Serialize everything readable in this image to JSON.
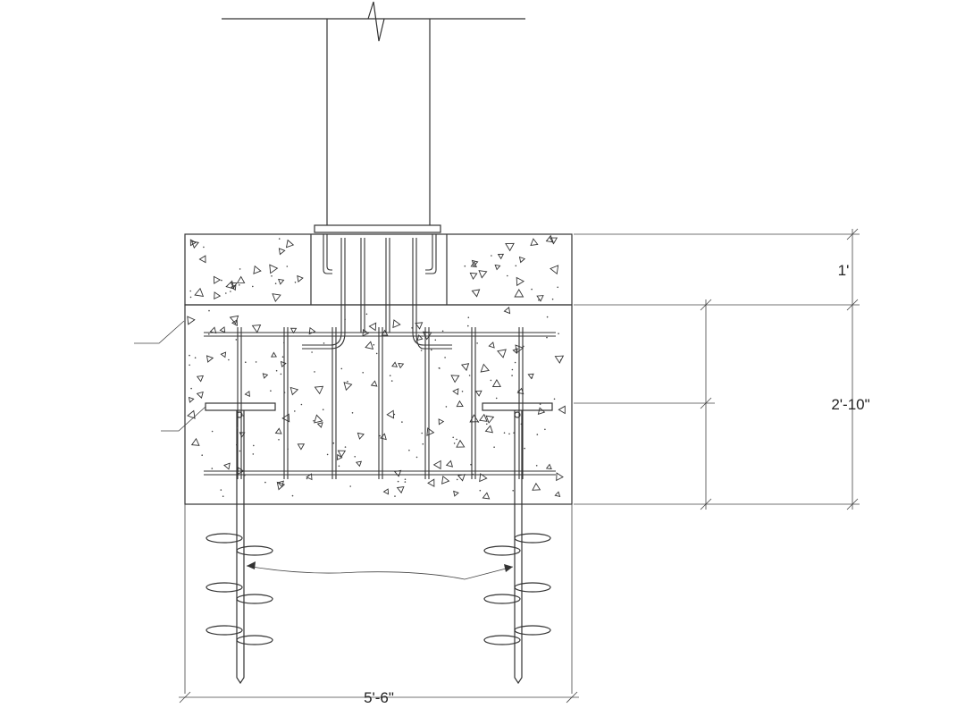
{
  "dimensions": {
    "top_slab": "1'",
    "footing_depth": "2'-10\"",
    "footing_width": "5'-6\""
  },
  "colors": {
    "line": "#333333",
    "background": "#ffffff"
  }
}
